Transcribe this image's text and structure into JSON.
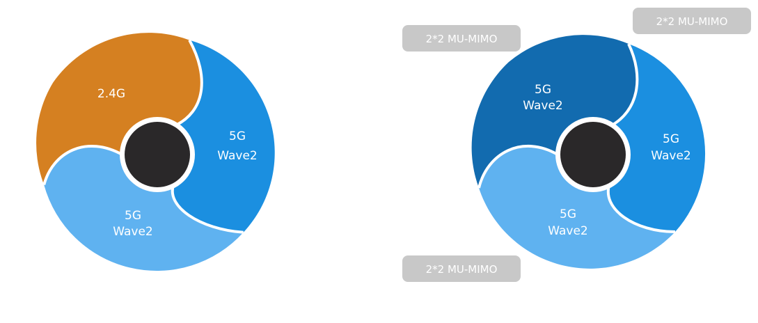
{
  "diagrams": [
    {
      "segments": [
        {
          "line1": "2.4G",
          "line2": "",
          "color": "#d58021"
        },
        {
          "line1": "5G",
          "line2": "Wave2",
          "color": "#1b8fe0"
        },
        {
          "line1": "5G",
          "line2": "Wave2",
          "color": "#5fb2f0"
        }
      ],
      "badges": []
    },
    {
      "segments": [
        {
          "line1": "5G",
          "line2": "Wave2",
          "color": "#126baf"
        },
        {
          "line1": "5G",
          "line2": "Wave2",
          "color": "#1b8fe0"
        },
        {
          "line1": "5G",
          "line2": "Wave2",
          "color": "#5fb2f0"
        }
      ],
      "badges": [
        "2*2 MU-MIMO",
        "2*2 MU-MIMO",
        "2*2 MU-MIMO"
      ]
    }
  ],
  "colors": {
    "hub": "#2a2829",
    "badge": "#c8c8c8",
    "separator": "#ffffff"
  }
}
